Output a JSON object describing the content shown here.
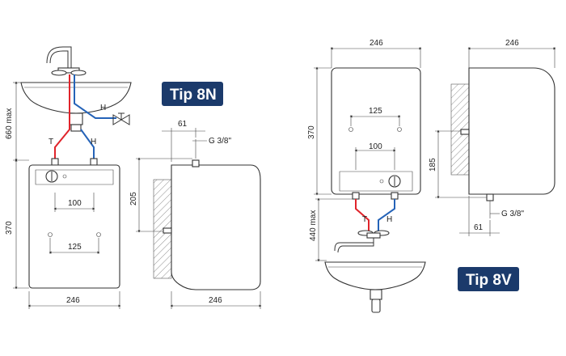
{
  "badges": {
    "left": "Tip 8N",
    "right": "Tip 8V"
  },
  "colors": {
    "badge": "#1b3a6b",
    "hot": "#e0242b",
    "cold": "#2563b8"
  },
  "left": {
    "dim_height_total": "660 max",
    "dim_height_body": "370",
    "dim_width": "246",
    "dim_pipes": "100",
    "dim_mount": "125",
    "label_t": "T",
    "label_h": "H",
    "label_h_valve": "H",
    "side_dim_61": "61",
    "side_dim_g": "G 3/8\"",
    "side_dim_205": "205",
    "side_dim_width": "246"
  },
  "right": {
    "dim_width_top": "246",
    "dim_height": "370",
    "dim_mount": "125",
    "dim_pipes": "100",
    "dim_440": "440 max",
    "label_t": "T",
    "label_h": "H",
    "side_dim_width": "246",
    "side_dim_185": "185",
    "side_dim_g": "G 3/8\"",
    "side_dim_61": "61"
  }
}
